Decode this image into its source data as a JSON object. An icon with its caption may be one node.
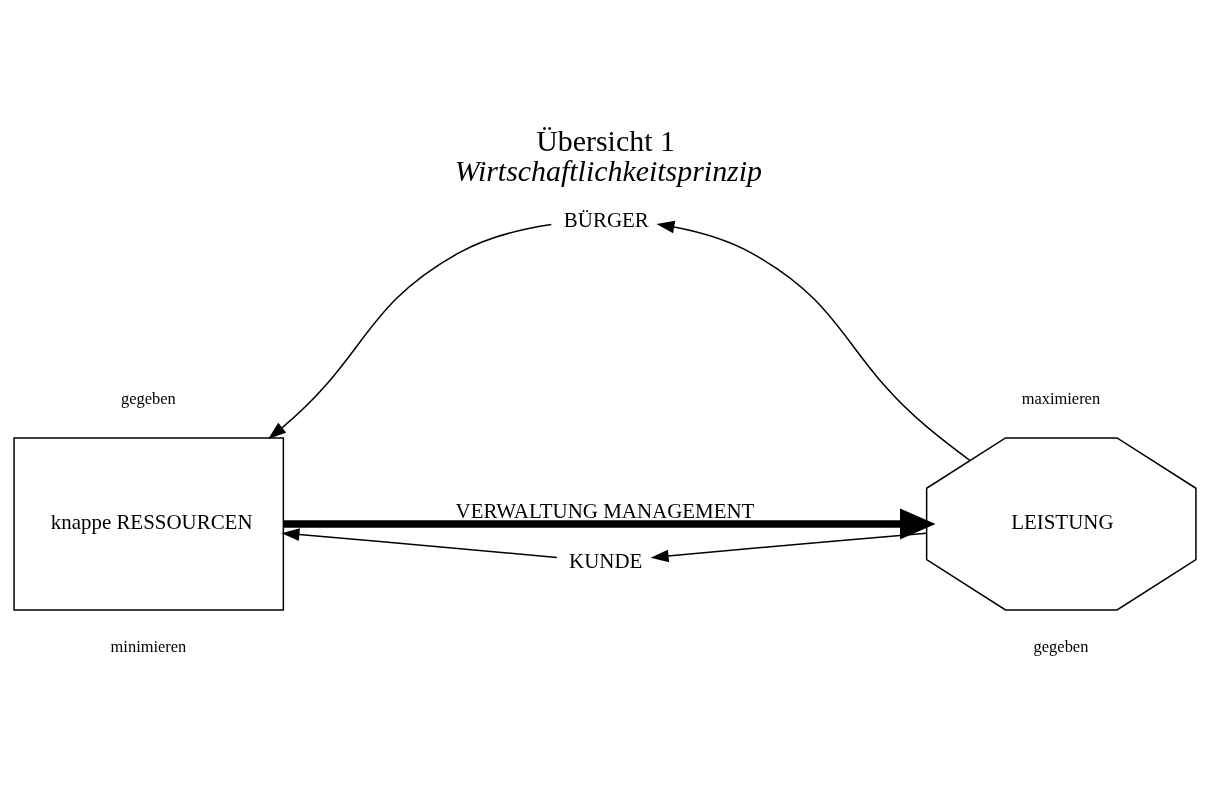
{
  "diagram": {
    "title": "Übersicht 1",
    "caption": "Wirtschaftlichkeitsprinzip",
    "nodes": [
      {
        "text": [
          "BÜRGER"
        ]
      },
      {
        "text": [
          "knappe RESSOURCEN"
        ],
        "beside": [
          "gegeben",
          "minimieren"
        ]
      },
      {
        "text": [
          "LEISTUNG"
        ],
        "beside": [
          "maximieren",
          "gegeben"
        ]
      },
      {
        "text": [
          "KUNDE"
        ]
      }
    ],
    "edges": [
      {
        "from": 2,
        "to": 0,
        "arrow": "to"
      },
      {
        "from": 0,
        "to": 1,
        "arrow": "to"
      },
      {
        "from": 1,
        "to": 2,
        "arrow": "to",
        "label": "VERWALTUNG MANAGEMENT",
        "style": "thick"
      },
      {
        "from": 2,
        "to": 3,
        "arrow": "to"
      },
      {
        "from": 3,
        "to": 1,
        "arrow": "to"
      }
    ]
  }
}
